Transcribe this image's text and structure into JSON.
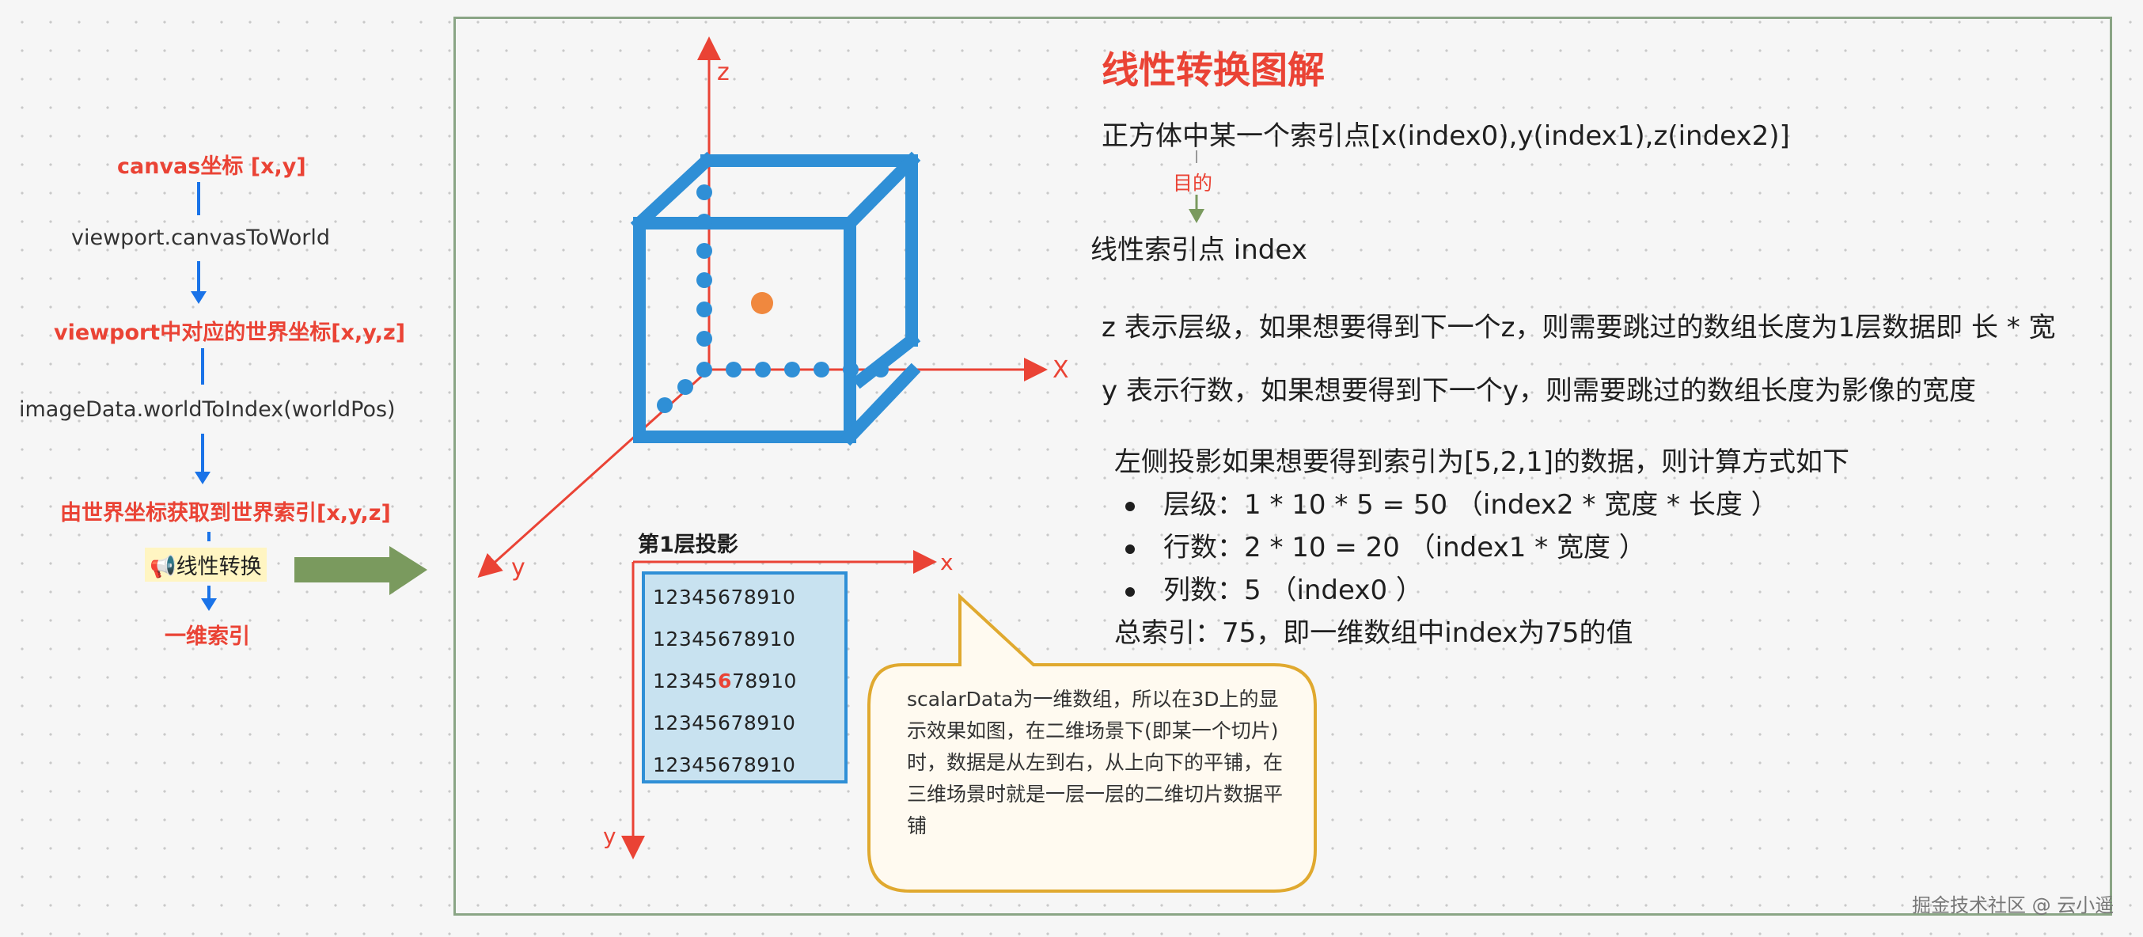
{
  "flow": {
    "step1": "canvas坐标 [x,y]",
    "label1": "viewport.canvasToWorld",
    "step2": "viewport中对应的世界坐标[x,y,z]",
    "label2": "imageData.worldToIndex(worldPos)",
    "step3": "由世界坐标获取到世界索引[x,y,z]",
    "note_icon": "📢",
    "note": "线性转换",
    "step4": "一维索引"
  },
  "axes": {
    "z": "z",
    "x": "X",
    "y": "y"
  },
  "projection": {
    "title": "第1层投影",
    "x_label": "x",
    "y_label": "y",
    "rows": [
      [
        "1",
        "2",
        "3",
        "4",
        "5",
        "6",
        "7",
        "8",
        "9",
        "10"
      ],
      [
        "1",
        "2",
        "3",
        "4",
        "5",
        "6",
        "7",
        "8",
        "9",
        "10"
      ],
      [
        "1",
        "2",
        "3",
        "4",
        "5",
        "6",
        "7",
        "8",
        "9",
        "10"
      ],
      [
        "1",
        "2",
        "3",
        "4",
        "5",
        "6",
        "7",
        "8",
        "9",
        "10"
      ],
      [
        "1",
        "2",
        "3",
        "4",
        "5",
        "6",
        "7",
        "8",
        "9",
        "10"
      ]
    ],
    "highlight": {
      "row": 2,
      "col": 5
    }
  },
  "callout": "scalarData为一维数组，所以在3D上的显示效果如图，在二维场景下(即某一个切片)时，数据是从左到右，从上向下的平铺，在三维场景时就是一层一层的二维切片数据平铺",
  "right": {
    "title": "线性转换图解",
    "line1": "正方体中某一个索引点[x(index0),y(index1),z(index2)]",
    "purpose": "目的",
    "line2": "线性索引点 index",
    "line3": "z 表示层级，如果想要得到下一个z，则需要跳过的数组长度为1层数据即 长 * 宽",
    "line4": "y 表示行数，如果想要得到下一个y，则需要跳过的数组长度为影像的宽度",
    "line5": "左侧投影如果想要得到索引为[5,2,1]的数据，则计算方式如下",
    "bullets": [
      "层级：1 * 10 * 5 = 50 （index2 * 宽度 * 长度 ）",
      "行数：2 * 10 = 20 （index1 *  宽度 ）",
      "列数：5  （index0 ）"
    ],
    "total": "总索引：75，即一维数组中index为75的值"
  },
  "watermark": "掘金技术社区 @ 云小遥",
  "colors": {
    "accent_red": "#ea4335",
    "flow_blue": "#1a73e8",
    "cube_blue": "#2f8fd6",
    "point_orange": "#f0883e",
    "big_arrow_green": "#7a9a5e",
    "frame_green": "#8aa585",
    "callout_border": "#e0a92f",
    "callout_fill": "#fffaf0",
    "grid_fill": "#c8e2f0"
  }
}
